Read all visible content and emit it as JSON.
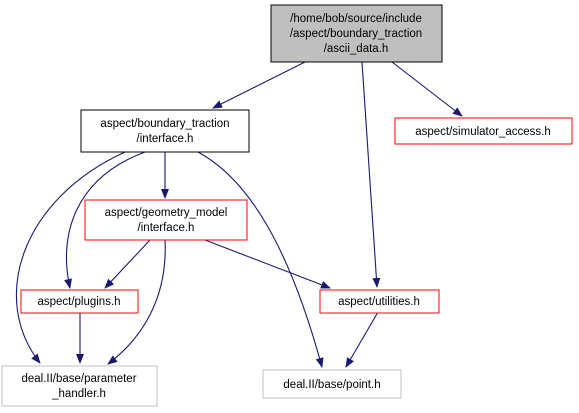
{
  "nodes": {
    "root": {
      "lines": [
        "/home/bob/source/include",
        "/aspect/boundary_traction",
        "/ascii_data.h"
      ]
    },
    "bt_if": {
      "lines": [
        "aspect/boundary_traction",
        "/interface.h"
      ]
    },
    "sim": {
      "lines": [
        "aspect/simulator_access.h"
      ]
    },
    "geo": {
      "lines": [
        "aspect/geometry_model",
        "/interface.h"
      ]
    },
    "plugins": {
      "lines": [
        "aspect/plugins.h"
      ]
    },
    "util": {
      "lines": [
        "aspect/utilities.h"
      ]
    },
    "param": {
      "lines": [
        "deal.II/base/parameter",
        "_handler.h"
      ]
    },
    "point": {
      "lines": [
        "deal.II/base/point.h"
      ]
    }
  },
  "edges": [
    [
      "root",
      "bt_if"
    ],
    [
      "root",
      "sim"
    ],
    [
      "root",
      "util"
    ],
    [
      "bt_if",
      "geo"
    ],
    [
      "bt_if",
      "plugins"
    ],
    [
      "bt_if",
      "param"
    ],
    [
      "bt_if",
      "point"
    ],
    [
      "geo",
      "plugins"
    ],
    [
      "geo",
      "util"
    ],
    [
      "geo",
      "param"
    ],
    [
      "plugins",
      "param"
    ],
    [
      "util",
      "point"
    ]
  ],
  "colors": {
    "root_fill": "#bfbfbf",
    "root_border": "#000000",
    "doc_border": "#000000",
    "missing_border": "#ff0000",
    "external_border": "#bfbfbf",
    "edge": "#191970",
    "text": "#000000"
  }
}
